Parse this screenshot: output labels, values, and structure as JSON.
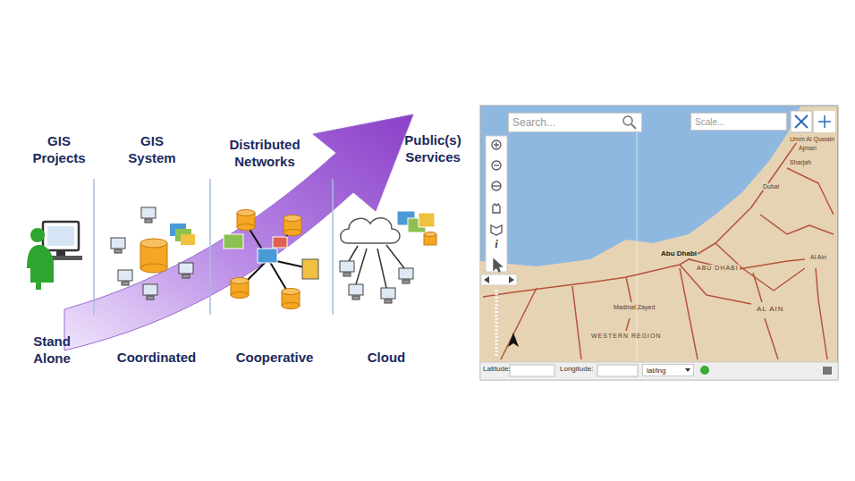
{
  "diagram": {
    "nodes": [
      {
        "text": [
          "Search..."
        ]
      },
      {
        "text": [
          "Scale..."
        ]
      },
      {
        "text": [
          "lat/lng"
        ]
      }
    ],
    "labels": [
      "GIS Projects",
      "GIS System",
      "Distributed Networks",
      "Public(s) Services",
      "Stand Alone",
      "Coordinated",
      "Cooperative",
      "Cloud",
      "i",
      "Latitude:",
      "Longitude:",
      "Umm Al Quwain",
      "Ajman",
      "Sharjah",
      "Dubai",
      "Abu Dhabi",
      "ABU DHABI",
      "Madinat Zayed",
      "WESTERN REGION",
      "AL AIN",
      "Al Ain"
    ]
  }
}
